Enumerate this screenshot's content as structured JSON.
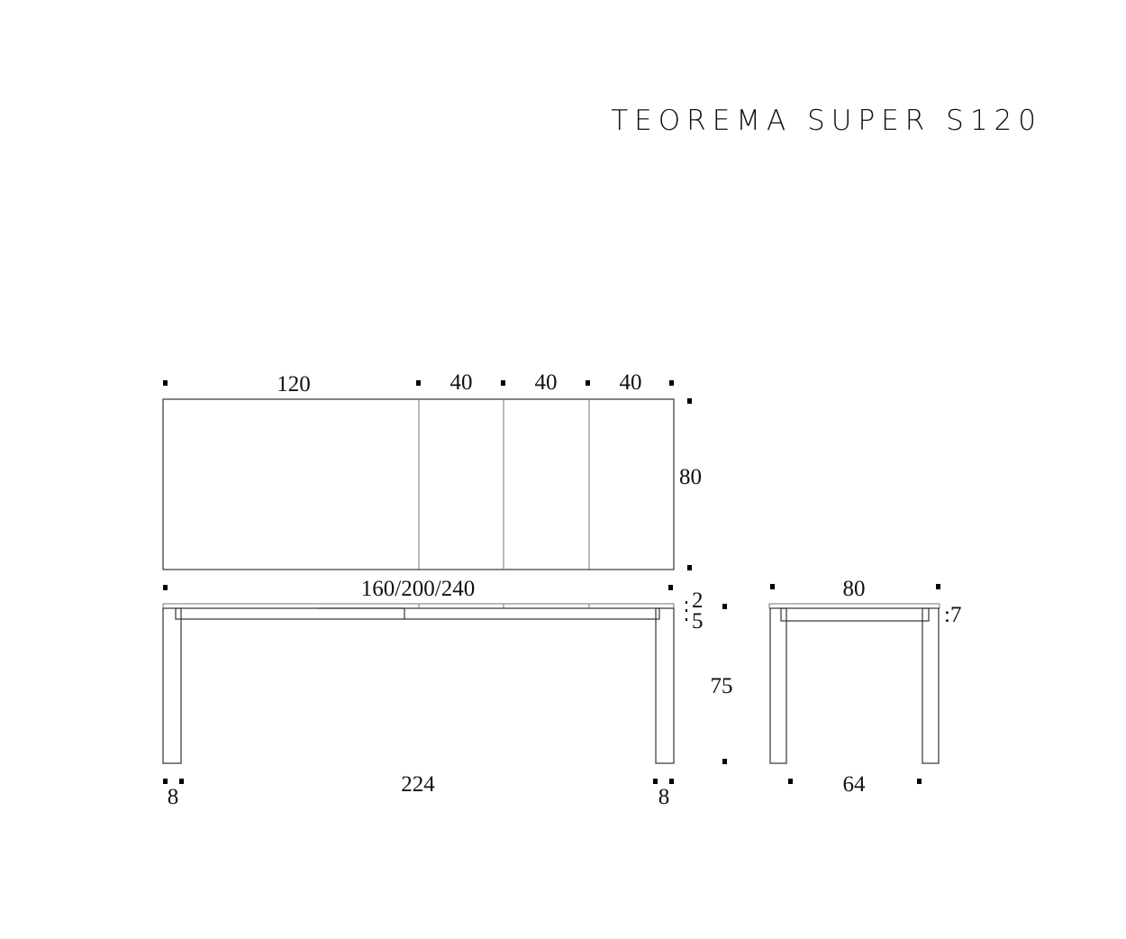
{
  "title": "TEOREMA SUPER S120",
  "top_view": {
    "segments": [
      "120",
      "40",
      "40",
      "40"
    ],
    "depth": "80"
  },
  "front_view": {
    "lengths": "160/200/240",
    "top_thickness": "2",
    "apron_height": "5",
    "height": "75",
    "leg_span": "224",
    "leg_left": "8",
    "leg_right": "8"
  },
  "side_view": {
    "width": "80",
    "apron": ":7",
    "leg_span": "64"
  }
}
